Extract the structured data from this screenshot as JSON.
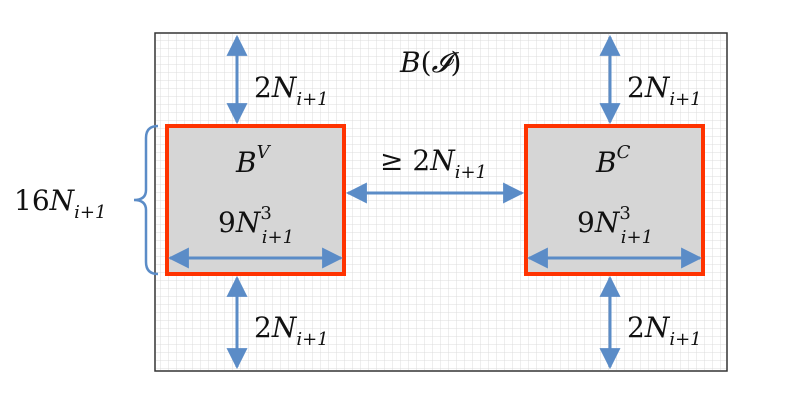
{
  "outer_box": {
    "label": {
      "base": "B",
      "open": "(",
      "script": "𝓘",
      "close": ")"
    }
  },
  "box_v": {
    "label": {
      "base": "B",
      "sup": "V"
    },
    "width_label": {
      "coef": "9",
      "var": "N",
      "sup": "3",
      "sub": "i+1"
    }
  },
  "box_c": {
    "label": {
      "base": "B",
      "sup": "C"
    },
    "width_label": {
      "coef": "9",
      "var": "N",
      "sup": "3",
      "sub": "i+1"
    }
  },
  "gaps": {
    "top_left": {
      "coef": "2",
      "var": "N",
      "sub": "i+1"
    },
    "top_right": {
      "coef": "2",
      "var": "N",
      "sub": "i+1"
    },
    "bottom_left": {
      "coef": "2",
      "var": "N",
      "sub": "i+1"
    },
    "bottom_right": {
      "coef": "2",
      "var": "N",
      "sub": "i+1"
    },
    "between": {
      "prefix": "≥ ",
      "coef": "2",
      "var": "N",
      "sub": "i+1"
    }
  },
  "height_label": {
    "coef": "16",
    "var": "N",
    "sub": "i+1"
  },
  "colors": {
    "grid": "#d9d9d9",
    "box_fill": "#d6d6d6",
    "box_stroke": "#ff3300",
    "arrow": "#5b8cc7",
    "frame": "#333333"
  }
}
